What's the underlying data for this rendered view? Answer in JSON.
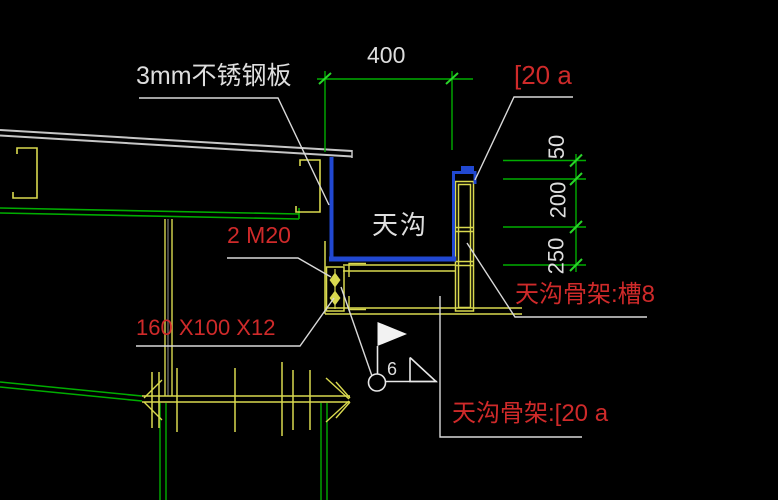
{
  "drawing": {
    "title": "gutter-detail-section",
    "labels": {
      "plate": "3mm不锈钢板",
      "gutter": "天沟",
      "bolts": "2 M20",
      "angle": "160 X100 X12",
      "channel_top": "[20 a",
      "frame_channel8": "天沟骨架:槽8",
      "frame_20a": "天沟骨架:[20 a",
      "weld_size": "6"
    },
    "dimensions": {
      "width_top": "400",
      "right": [
        "50",
        "200",
        "250"
      ]
    },
    "colors": {
      "background": "#000000",
      "structure_green": "#00ad00",
      "tick_green": "#2ad42a",
      "frame_yellow": "#d9d94f",
      "gutter_blue": "#2148d1",
      "annotation_red": "#cf2a2a",
      "text_white": "#dedede",
      "plate_gray": "#c6c6c6"
    }
  }
}
